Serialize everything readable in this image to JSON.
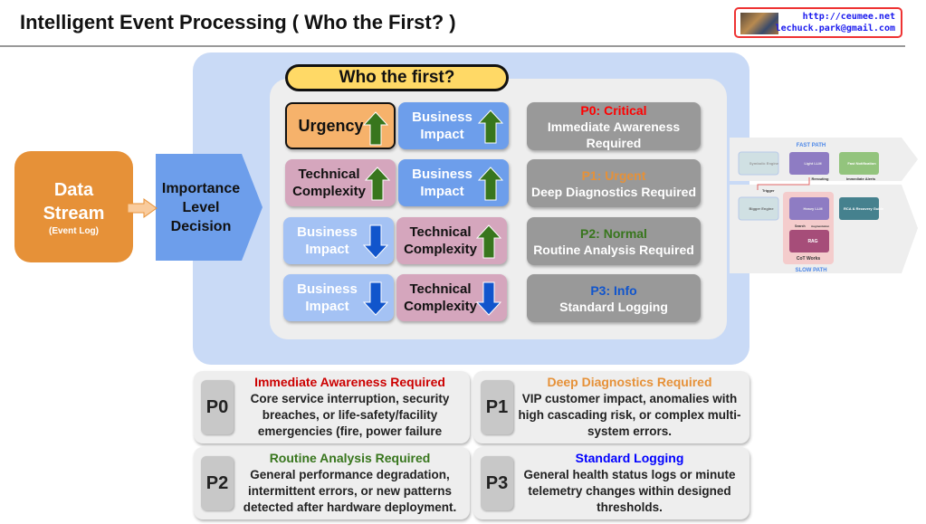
{
  "header": {
    "title": "Intelligent Event Processing ( Who the First? )"
  },
  "logo": {
    "url": "http://ceumee.net",
    "email": "lechuck.park@gmail.com"
  },
  "input": {
    "title": "Data Stream",
    "subtitle": "(Event Log)"
  },
  "decision": {
    "label": "Importance Level Decision"
  },
  "matrix": {
    "title": "Who the first?",
    "rows": [
      {
        "cells": [
          {
            "label": "Urgency",
            "direction": "up"
          },
          {
            "label": "Business Impact",
            "direction": "up"
          }
        ],
        "priority": {
          "code": "P0: Critical",
          "desc": "Immediate Awareness Required",
          "color": "#ff0000"
        }
      },
      {
        "cells": [
          {
            "label": "Technical Complexity",
            "direction": "up"
          },
          {
            "label": "Business Impact",
            "direction": "up"
          }
        ],
        "priority": {
          "code": "P1: Urgent",
          "desc": "Deep Diagnostics Required",
          "color": "#e69138"
        }
      },
      {
        "cells": [
          {
            "label": "Business Impact",
            "direction": "down"
          },
          {
            "label": "Technical Complexity",
            "direction": "up"
          }
        ],
        "priority": {
          "code": "P2: Normal",
          "desc": "Routine Analysis Required",
          "color": "#38761d"
        }
      },
      {
        "cells": [
          {
            "label": "Business Impact",
            "direction": "down"
          },
          {
            "label": "Technical Complexity",
            "direction": "down"
          }
        ],
        "priority": {
          "code": "P3: Info",
          "desc": "Standard Logging",
          "color": "#1155cc"
        }
      }
    ]
  },
  "pipeline": {
    "fast_path": "FAST PATH",
    "slow_path": "SLOW PATH",
    "symbolic": "Symbolic Engine",
    "light": "Light LLM",
    "fast_notif": "Fast Notification",
    "rerouting": "Rerouting",
    "immediate_alerts": "Immediate Alerts",
    "trigger": "Trigger",
    "bigger": "Bigger Engine",
    "heavy": "Heavy LLM",
    "rca": "RCA & Recovery Guide",
    "search": "Search",
    "augmentation": "Augmentation",
    "rag": "RAG",
    "cot": "CoT Works"
  },
  "details": [
    {
      "tag": "P0",
      "title": "Immediate Awareness Required",
      "color": "#cc0000",
      "text": "Core service interruption, security breaches, or life-safety/facility emergencies (fire, power failure"
    },
    {
      "tag": "P1",
      "title": "Deep Diagnostics Required",
      "color": "#e69138",
      "text": "VIP customer impact, anomalies with high cascading risk, or complex multi-system errors."
    },
    {
      "tag": "P2",
      "title": "Routine Analysis Required",
      "color": "#38761d",
      "text": "General performance degradation, intermittent errors, or new patterns detected after hardware deployment."
    },
    {
      "tag": "P3",
      "title": "Standard Logging",
      "color": "#0000ff",
      "text": "General health status logs or minute telemetry changes within designed thresholds."
    }
  ]
}
